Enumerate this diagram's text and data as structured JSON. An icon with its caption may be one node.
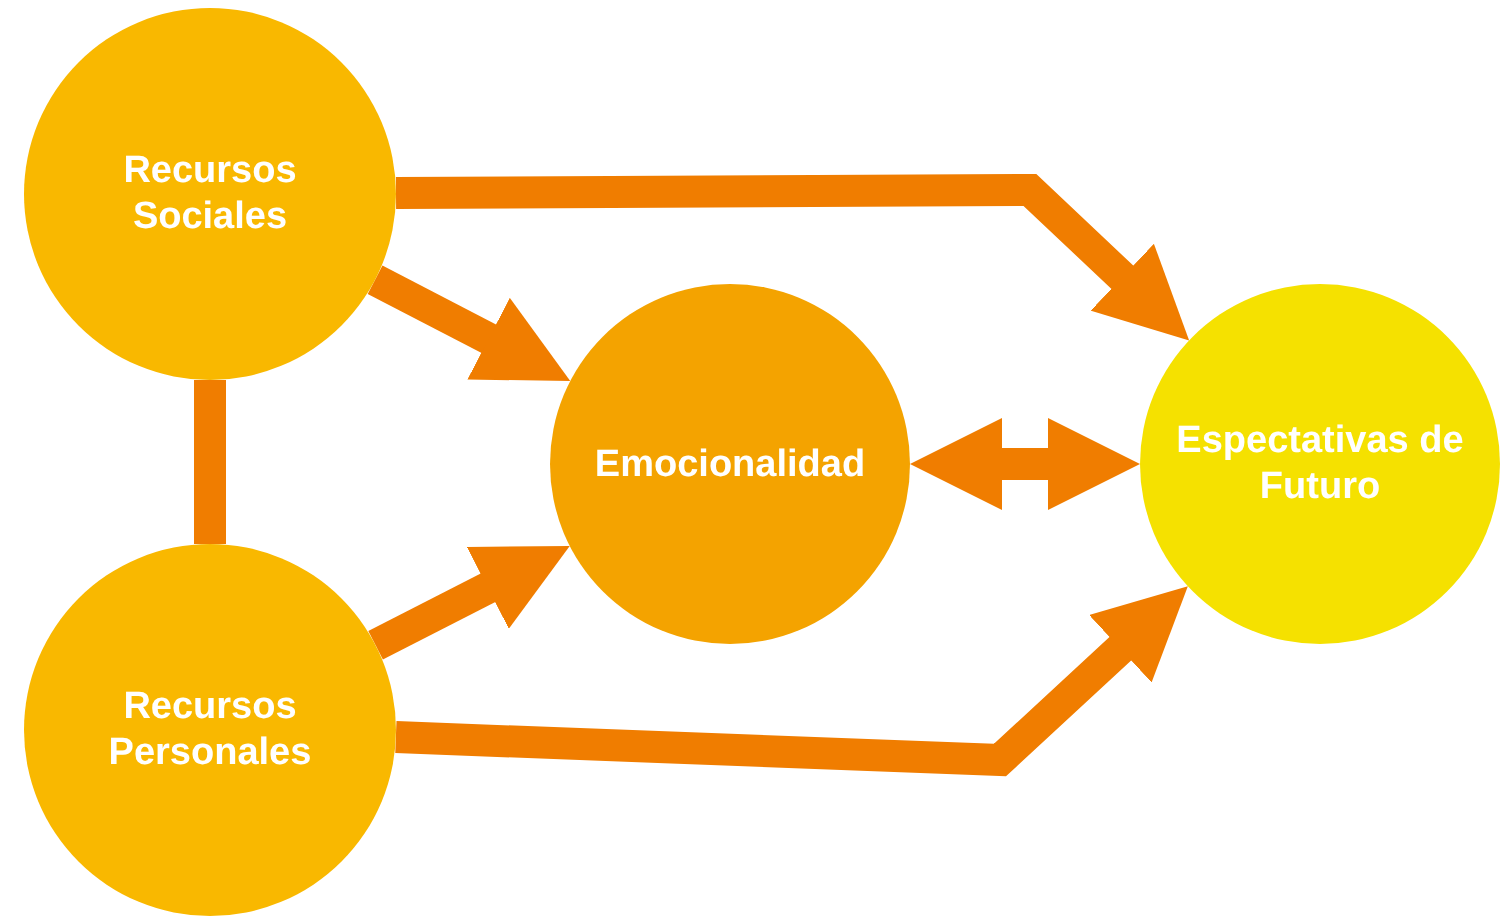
{
  "diagram": {
    "nodes": [
      {
        "text": [
          "Recursos Sociales"
        ]
      },
      {
        "text": [
          "Recursos Personales"
        ]
      },
      {
        "text": [
          "Emocionalidad"
        ]
      },
      {
        "text": [
          "Espectativas de Futuro"
        ]
      }
    ],
    "edges": [
      {
        "from": 0,
        "to": 1,
        "arrow": "none"
      },
      {
        "from": 0,
        "to": 2,
        "arrow": "to"
      },
      {
        "from": 1,
        "to": 2,
        "arrow": "to"
      },
      {
        "from": 0,
        "to": 3,
        "arrow": "to"
      },
      {
        "from": 1,
        "to": 3,
        "arrow": "to"
      },
      {
        "from": 2,
        "to": 3,
        "arrow": "both"
      }
    ]
  }
}
